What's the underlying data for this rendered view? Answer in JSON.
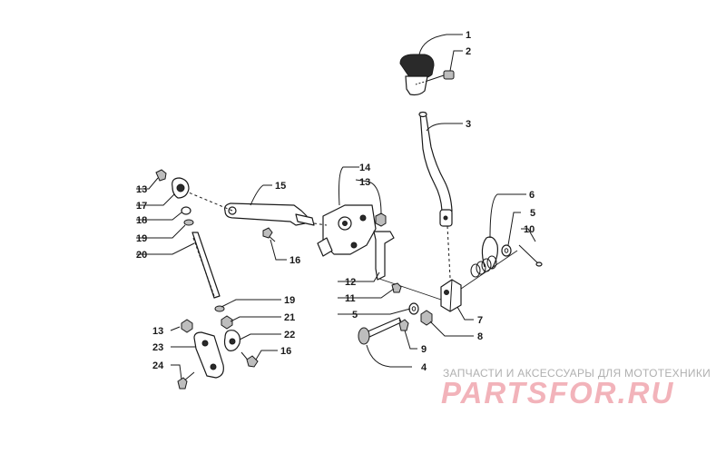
{
  "callouts": {
    "c1": "1",
    "c2": "2",
    "c3": "3",
    "c4": "4",
    "c5a": "5",
    "c5b": "5",
    "c6": "6",
    "c7": "7",
    "c8": "8",
    "c9": "9",
    "c10": "10",
    "c11": "11",
    "c12": "12",
    "c13a": "13",
    "c13b": "13",
    "c13c": "13",
    "c14": "14",
    "c15": "15",
    "c16a": "16",
    "c16b": "16",
    "c17": "17",
    "c18": "18",
    "c19a": "19",
    "c19b": "19",
    "c20": "20",
    "c21": "21",
    "c22": "22",
    "c23": "23",
    "c24": "24"
  },
  "watermark": {
    "tagline": "ЗАПЧАСТИ И АКСЕССУАРЫ ДЛЯ МОТОТЕХНИКИ",
    "brand": "PARTSFOR.RU",
    "brand_color": "#f2b3ba"
  }
}
